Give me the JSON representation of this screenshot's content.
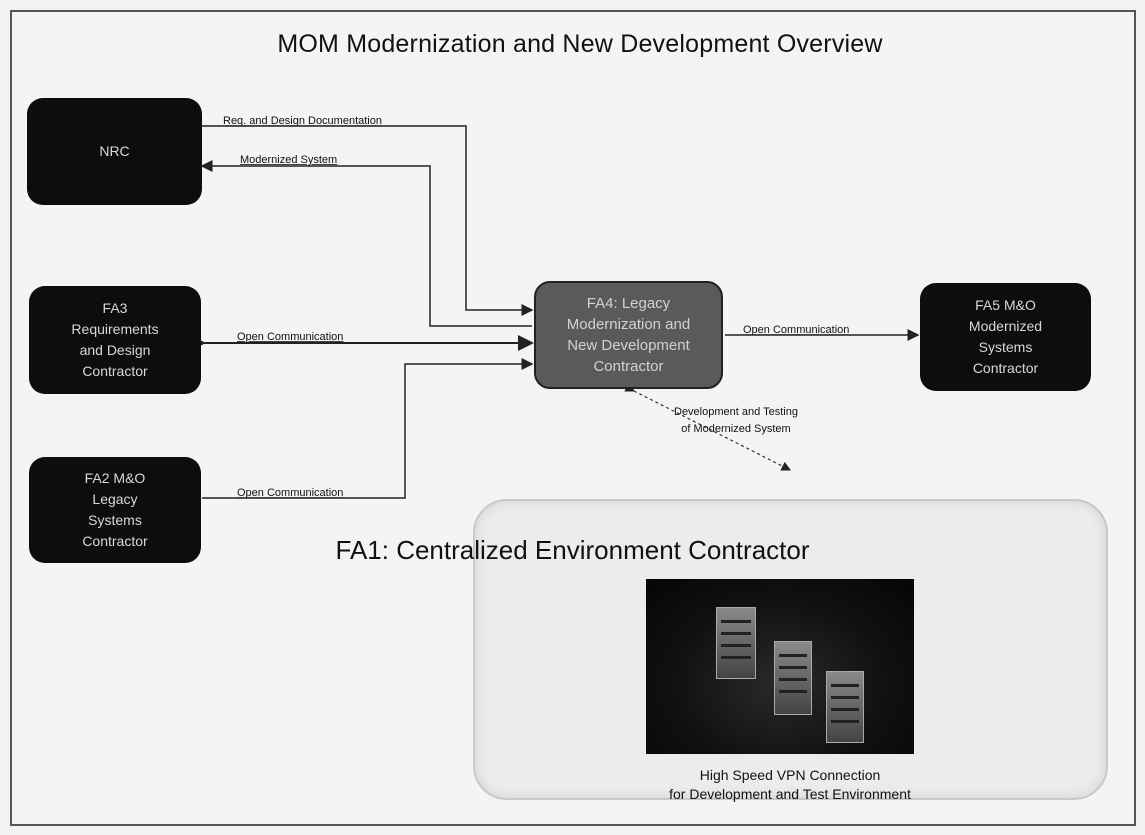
{
  "title": "MOM Modernization and New Development Overview",
  "nodes": {
    "nrc": "NRC",
    "fa3": "FA3\nRequirements\nand Design\nContractor",
    "fa2": "FA2 M&O\nLegacy\nSystems\nContractor",
    "fa4": "FA4: Legacy\nModernization and\nNew Development\nContractor",
    "fa5": "FA5 M&O\nModernized\nSystems\nContractor"
  },
  "edges": {
    "req_design": "Req. and Design Documentation",
    "modernized_system": "Modernized System",
    "open_comm_fa3": "Open Communication",
    "open_comm_fa5": "Open Communication",
    "open_comm_fa2": "Open Communication",
    "dev_testing": "Development and Testing\nof Modernized System"
  },
  "fa1": {
    "title": "FA1: Centralized Environment Contractor",
    "caption": "High Speed VPN  Connection\nfor Development and Test Environment"
  },
  "colors": {
    "box_fill": "#0d0d0d",
    "center_fill": "#5a5a5a",
    "line": "#222222"
  }
}
